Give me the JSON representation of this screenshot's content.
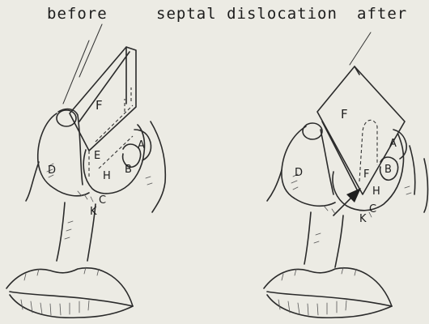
{
  "headings": {
    "before": "before",
    "title": "septal dislocation",
    "after": "after"
  },
  "labels": {
    "before": {
      "F": "F",
      "E": "E",
      "H": "H",
      "A": "A",
      "B": "B",
      "D": "D",
      "C": "C",
      "K": "K"
    },
    "after": {
      "F_upper": "F",
      "F_lower": "F",
      "A": "A",
      "B": "B",
      "D": "D",
      "H": "H",
      "C": "C",
      "K": "K"
    }
  },
  "colors": {
    "paper": "#ecebe4",
    "ink": "#2a2a2a"
  }
}
